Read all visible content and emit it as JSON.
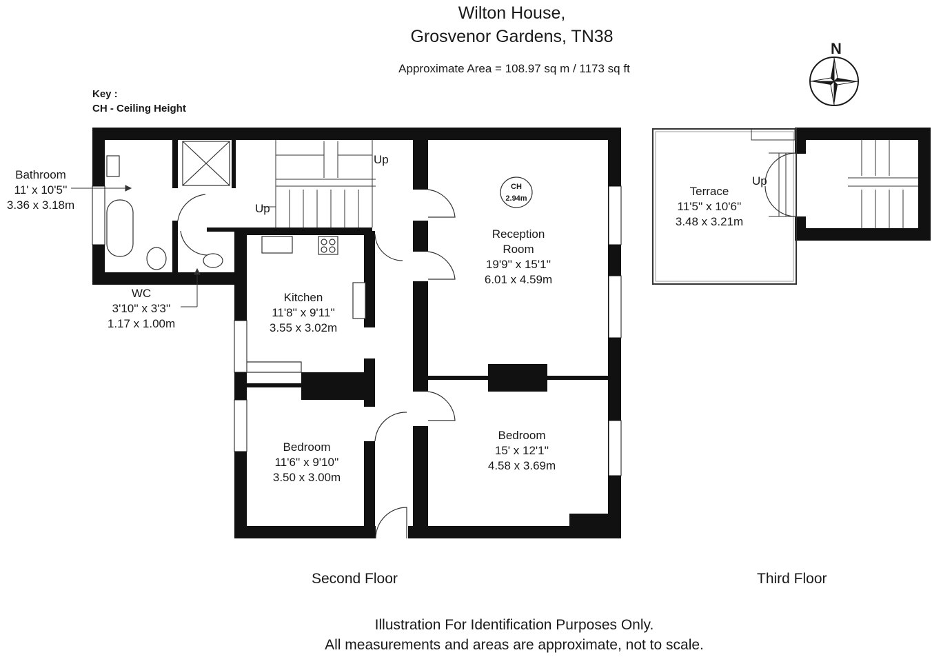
{
  "title": {
    "line1": "Wilton House,",
    "line2": "Grosvenor Gardens, TN38"
  },
  "area": "Approximate Area =  108.97 sq m / 1173 sq ft",
  "compass": {
    "label": "N"
  },
  "key": {
    "heading": "Key :",
    "entry": "CH - Ceiling Height"
  },
  "rooms": {
    "bathroom": {
      "name": "Bathroom",
      "imperial": "11' x 10'5''",
      "metric": "3.36 x 3.18m"
    },
    "wc": {
      "name": "WC",
      "imperial": "3'10'' x 3'3''",
      "metric": "1.17 x 1.00m"
    },
    "kitchen": {
      "name": "Kitchen",
      "imperial": "11'8'' x 9'11''",
      "metric": "3.55 x 3.02m"
    },
    "reception": {
      "name_line1": "Reception",
      "name_line2": "Room",
      "imperial": "19'9'' x 15'1''",
      "metric": "6.01 x 4.59m"
    },
    "bedroom1": {
      "name": "Bedroom",
      "imperial": "11'6'' x 9'10''",
      "metric": "3.50 x 3.00m"
    },
    "bedroom2": {
      "name": "Bedroom",
      "imperial": "15' x 12'1''",
      "metric": "4.58 x 3.69m"
    },
    "terrace": {
      "name": "Terrace",
      "imperial": "11'5'' x 10'6''",
      "metric": "3.48 x 3.21m"
    }
  },
  "ceiling": {
    "label": "CH",
    "value": "2.94m"
  },
  "stairs": {
    "up_label": "Up"
  },
  "floors": {
    "second": "Second Floor",
    "third": "Third Floor"
  },
  "footer": {
    "line1": "Illustration For Identification Purposes Only.",
    "line2": "All measurements and areas are approximate, not to scale."
  }
}
